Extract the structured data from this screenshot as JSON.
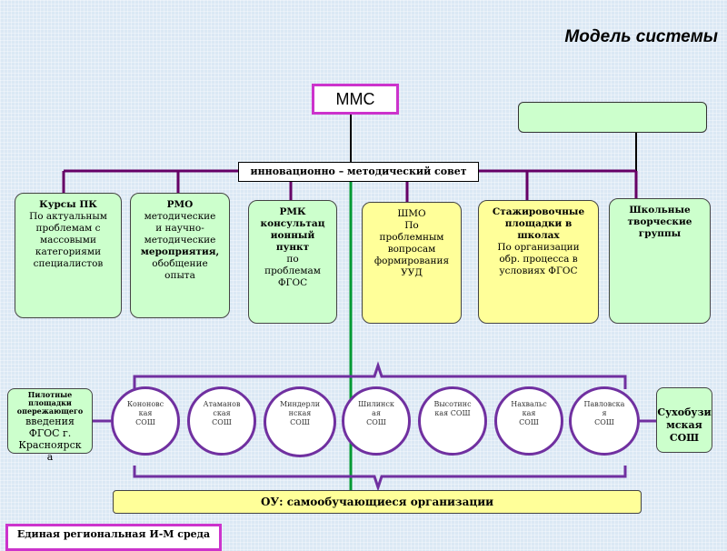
{
  "title": "Модель системы",
  "top": {
    "mms": "ММС",
    "council": "инновационно – методический совет"
  },
  "boxes": [
    {
      "lines": [
        {
          "text": "Курсы ПК",
          "bold": true
        },
        {
          "text": "По актуальным",
          "bold": false
        },
        {
          "text": "проблемам с",
          "bold": false
        },
        {
          "text": "массовыми",
          "bold": false
        },
        {
          "text": "категориями",
          "bold": false
        },
        {
          "text": "специалистов",
          "bold": false
        }
      ]
    },
    {
      "lines": [
        {
          "text": "РМО",
          "bold": true
        },
        {
          "text": "методические",
          "bold": false
        },
        {
          "text": "и научно-",
          "bold": false
        },
        {
          "text": "методические",
          "bold": false
        },
        {
          "text": "мероприятия,",
          "bold": true
        },
        {
          "text": "обобщение",
          "bold": false
        },
        {
          "text": "опыта",
          "bold": false
        }
      ]
    },
    {
      "lines": [
        {
          "text": "РМК",
          "bold": true
        },
        {
          "text": "консультац",
          "bold": true
        },
        {
          "text": "ионный",
          "bold": true
        },
        {
          "text": "пункт",
          "bold": true
        },
        {
          "text": "по",
          "bold": false
        },
        {
          "text": "проблемам",
          "bold": false
        },
        {
          "text": "ФГОС",
          "bold": false
        }
      ]
    },
    {
      "lines": [
        {
          "text": "ШМО",
          "bold": false
        },
        {
          "text": "По",
          "bold": false
        },
        {
          "text": "проблемным",
          "bold": false
        },
        {
          "text": "вопросам",
          "bold": false
        },
        {
          "text": "формирования",
          "bold": false
        },
        {
          "text": "УУД",
          "bold": false
        }
      ]
    },
    {
      "lines": [
        {
          "text": "Стажировочные",
          "bold": true
        },
        {
          "text": "площадки в",
          "bold": true
        },
        {
          "text": "школах",
          "bold": true
        },
        {
          "text": "По организации",
          "bold": false
        },
        {
          "text": "обр. процесса в",
          "bold": false
        },
        {
          "text": "условиях ФГОС",
          "bold": false
        }
      ]
    },
    {
      "lines": [
        {
          "text": "Школьные",
          "bold": true
        },
        {
          "text": "творческие",
          "bold": true
        },
        {
          "text": "группы",
          "bold": true
        }
      ]
    }
  ],
  "pilot": {
    "bold_lines": [
      "Пилотные",
      "площадки",
      "опережающего"
    ],
    "lines": [
      "введения",
      "ФГОС г.",
      "Красноярск",
      "а"
    ]
  },
  "schools": [
    {
      "lines": [
        "Кононовс",
        "кая",
        "СОШ"
      ]
    },
    {
      "lines": [
        "Атаманов",
        "ская",
        "СОШ"
      ]
    },
    {
      "lines": [
        "Миндерли",
        "нская",
        "СОШ"
      ]
    },
    {
      "lines": [
        "Шилинск",
        "ая",
        "СОШ"
      ]
    },
    {
      "lines": [
        "Высотинс",
        "кая СОШ"
      ]
    },
    {
      "lines": [
        "Нахвальс",
        "кая",
        "СОШ"
      ]
    },
    {
      "lines": [
        "Павловска",
        "я",
        "СОШ"
      ]
    }
  ],
  "right_school": {
    "lines": [
      "Сухобузи",
      "мская",
      "СОШ"
    ]
  },
  "ou": "ОУ: самообучающиеся организации",
  "region": "Единая региональная  И-М среда",
  "colors": {
    "green": "#ccffcc",
    "yellow": "#ffff99",
    "magenta": "#cc33cc",
    "purple": "#7030a0",
    "trunk": "#009933"
  }
}
